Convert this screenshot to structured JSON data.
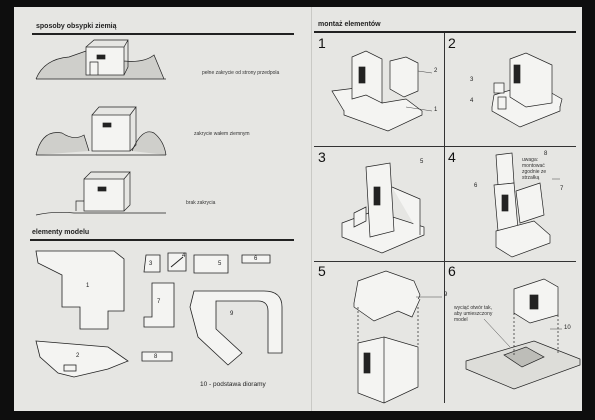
{
  "left_page": {
    "section1_title": "sposoby obsypki ziemią",
    "methods": [
      {
        "caption": "pełne zakrycie od strony przedpola"
      },
      {
        "caption": "zakrycie wałem ziemnym"
      },
      {
        "caption": "brak zakrycia"
      }
    ],
    "section2_title": "elementy modelu",
    "parts": {
      "p1": "1",
      "p2": "2",
      "p3": "3",
      "p4": "4",
      "p5": "5",
      "p6": "6",
      "p7": "7",
      "p8": "8",
      "p9": "9"
    },
    "base_caption": "10 - podstawa dioramy"
  },
  "right_page": {
    "title": "montaż elementów",
    "steps": [
      {
        "number": "1",
        "labels": [
          "2",
          "1"
        ]
      },
      {
        "number": "2",
        "labels": [
          "3",
          "4"
        ]
      },
      {
        "number": "3",
        "labels": [
          "5"
        ]
      },
      {
        "number": "4",
        "labels": [
          "6",
          "7",
          "8"
        ],
        "note": "uwaga: montować zgodnie ze strzałką"
      },
      {
        "number": "5",
        "labels": [
          "9"
        ]
      },
      {
        "number": "6",
        "labels": [
          "10"
        ],
        "note": "wyciąć otwór tak, aby umieszczony model"
      }
    ]
  }
}
